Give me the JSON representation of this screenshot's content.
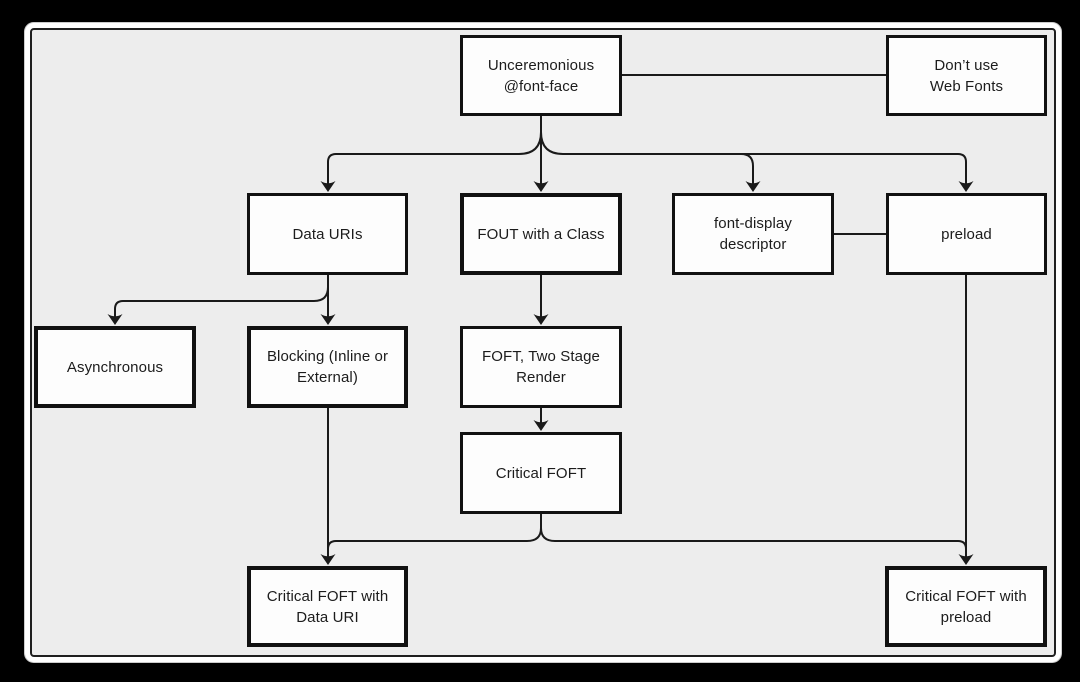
{
  "diagram": {
    "description": "Flowchart of web font loading strategies",
    "nodes": {
      "unceremonious": {
        "label": "Unceremonious\n@font-face"
      },
      "dontuse": {
        "label": "Don’t use\nWeb Fonts"
      },
      "datauris": {
        "label": "Data URIs"
      },
      "fout": {
        "label": "FOUT with a Class"
      },
      "fontdisplay": {
        "label": "font-display\ndescriptor"
      },
      "preload": {
        "label": "preload"
      },
      "async": {
        "label": "Asynchronous"
      },
      "blocking": {
        "label": "Blocking (Inline or\nExternal)"
      },
      "foft2stage": {
        "label": "FOFT, Two Stage\nRender"
      },
      "criticalfoft": {
        "label": "Critical FOFT"
      },
      "cfdatauri": {
        "label": "Critical FOFT with\nData URI"
      },
      "cfpreload": {
        "label": "Critical FOFT with\npreload"
      }
    },
    "edges": [
      {
        "from": "unceremonious",
        "to": "dontuse",
        "style": "plain-line"
      },
      {
        "from": "unceremonious",
        "to": "datauris",
        "style": "arrow"
      },
      {
        "from": "unceremonious",
        "to": "fout",
        "style": "arrow"
      },
      {
        "from": "unceremonious",
        "to": "fontdisplay",
        "style": "arrow"
      },
      {
        "from": "unceremonious",
        "to": "preload",
        "style": "arrow"
      },
      {
        "from": "fontdisplay",
        "to": "preload",
        "style": "plain-line"
      },
      {
        "from": "datauris",
        "to": "async",
        "style": "arrow"
      },
      {
        "from": "datauris",
        "to": "blocking",
        "style": "arrow"
      },
      {
        "from": "fout",
        "to": "foft2stage",
        "style": "arrow"
      },
      {
        "from": "foft2stage",
        "to": "criticalfoft",
        "style": "arrow"
      },
      {
        "from": "criticalfoft",
        "to": "cfdatauri",
        "style": "arrow"
      },
      {
        "from": "criticalfoft",
        "to": "cfpreload",
        "style": "arrow"
      },
      {
        "from": "blocking",
        "to": "cfdatauri",
        "style": "arrow"
      },
      {
        "from": "preload",
        "to": "cfpreload",
        "style": "arrow"
      }
    ],
    "colors": {
      "background": "#000000",
      "panel_fill": "#ededed",
      "panel_frame": "#ffffff",
      "node_fill": "#fdfdfd",
      "node_border": "#111111",
      "line": "#1a1a1a",
      "text": "#1c1c1c"
    }
  }
}
